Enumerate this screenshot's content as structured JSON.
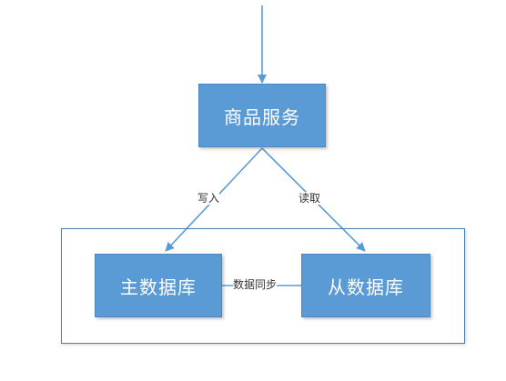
{
  "nodes": {
    "service": "商品服务",
    "master_db": "主数据库",
    "slave_db": "从数据库"
  },
  "edges": {
    "write": "写入",
    "read": "读取",
    "sync": "数据同步"
  },
  "colors": {
    "node_fill": "#5b9bd5",
    "edge": "#5b9bd5",
    "container_border": "#4a7fb8"
  }
}
